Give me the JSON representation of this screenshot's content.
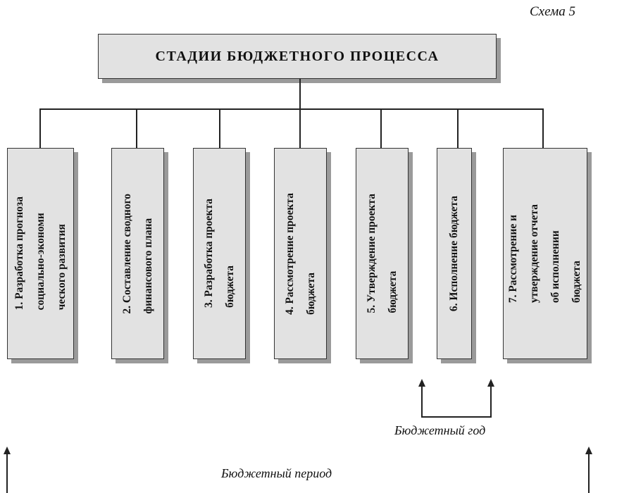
{
  "scheme_label": "Схема 5",
  "title": "СТАДИИ БЮДЖЕТНОГО ПРОЦЕССА",
  "stages": [
    "1. Разработка прогноза\nсоциально-экономи\nческого развития",
    "2. Составление сводного\nфинансового плана",
    "3. Разработка проекта\nбюджета",
    "4. Рассмотрение проекта\nбюджета",
    "5. Утверждение проекта\nбюджета",
    "6. Исполнение бюджета",
    "7. Рассмотрение и\nутверждение отчета\nоб исполнении\nбюджета"
  ],
  "budget_year_label": "Бюджетный год",
  "budget_period_label": "Бюджетный период"
}
